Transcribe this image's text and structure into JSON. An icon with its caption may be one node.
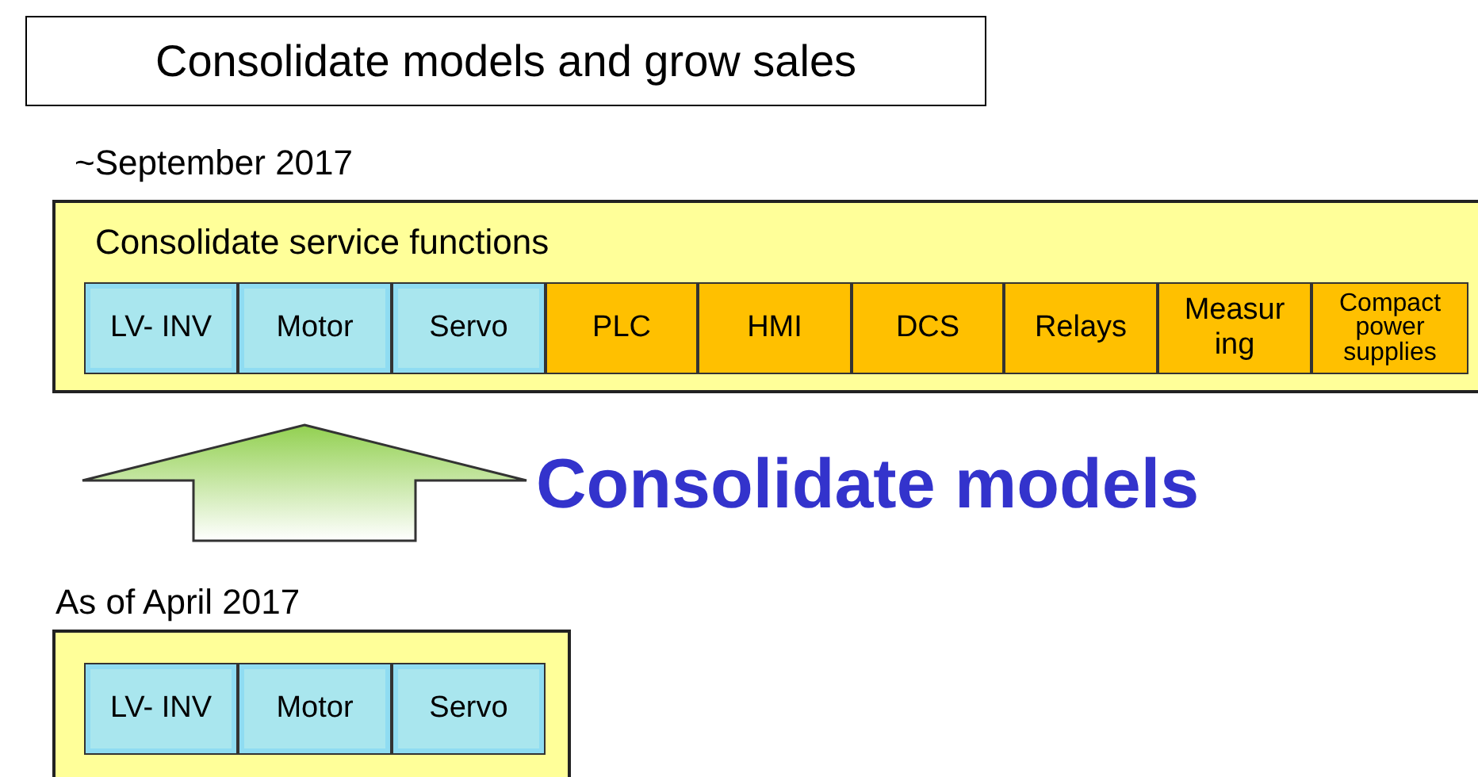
{
  "diagram": {
    "title": "Consolidate models and grow sales",
    "nodes": [
      {
        "text": [
          "Consolidate service functions"
        ],
        "beside": [
          "~September 2017"
        ]
      },
      {
        "text": [
          "LV- INV"
        ],
        "in": 0
      },
      {
        "text": [
          "Motor"
        ],
        "in": 0
      },
      {
        "text": [
          "Servo"
        ],
        "in": 0
      },
      {
        "text": [
          "PLC"
        ],
        "in": 0
      },
      {
        "text": [
          "HMI"
        ],
        "in": 0
      },
      {
        "text": [
          "DCS"
        ],
        "in": 0
      },
      {
        "text": [
          "Relays"
        ],
        "in": 0
      },
      {
        "text": [
          "Measur ing"
        ],
        "in": 0
      },
      {
        "text": [
          "Compact power supplies"
        ],
        "in": 0
      },
      {
        "text": [],
        "beside": [
          "As of April 2017"
        ],
        "shape": "box"
      },
      {
        "text": [
          "LV- INV"
        ],
        "in": 10
      },
      {
        "text": [
          "Motor"
        ],
        "in": 10
      },
      {
        "text": [
          "Servo"
        ],
        "in": 10
      }
    ],
    "edges": [
      {
        "from": 10,
        "to": 0,
        "arrow": "to",
        "label": "Consolidate models"
      }
    ]
  }
}
